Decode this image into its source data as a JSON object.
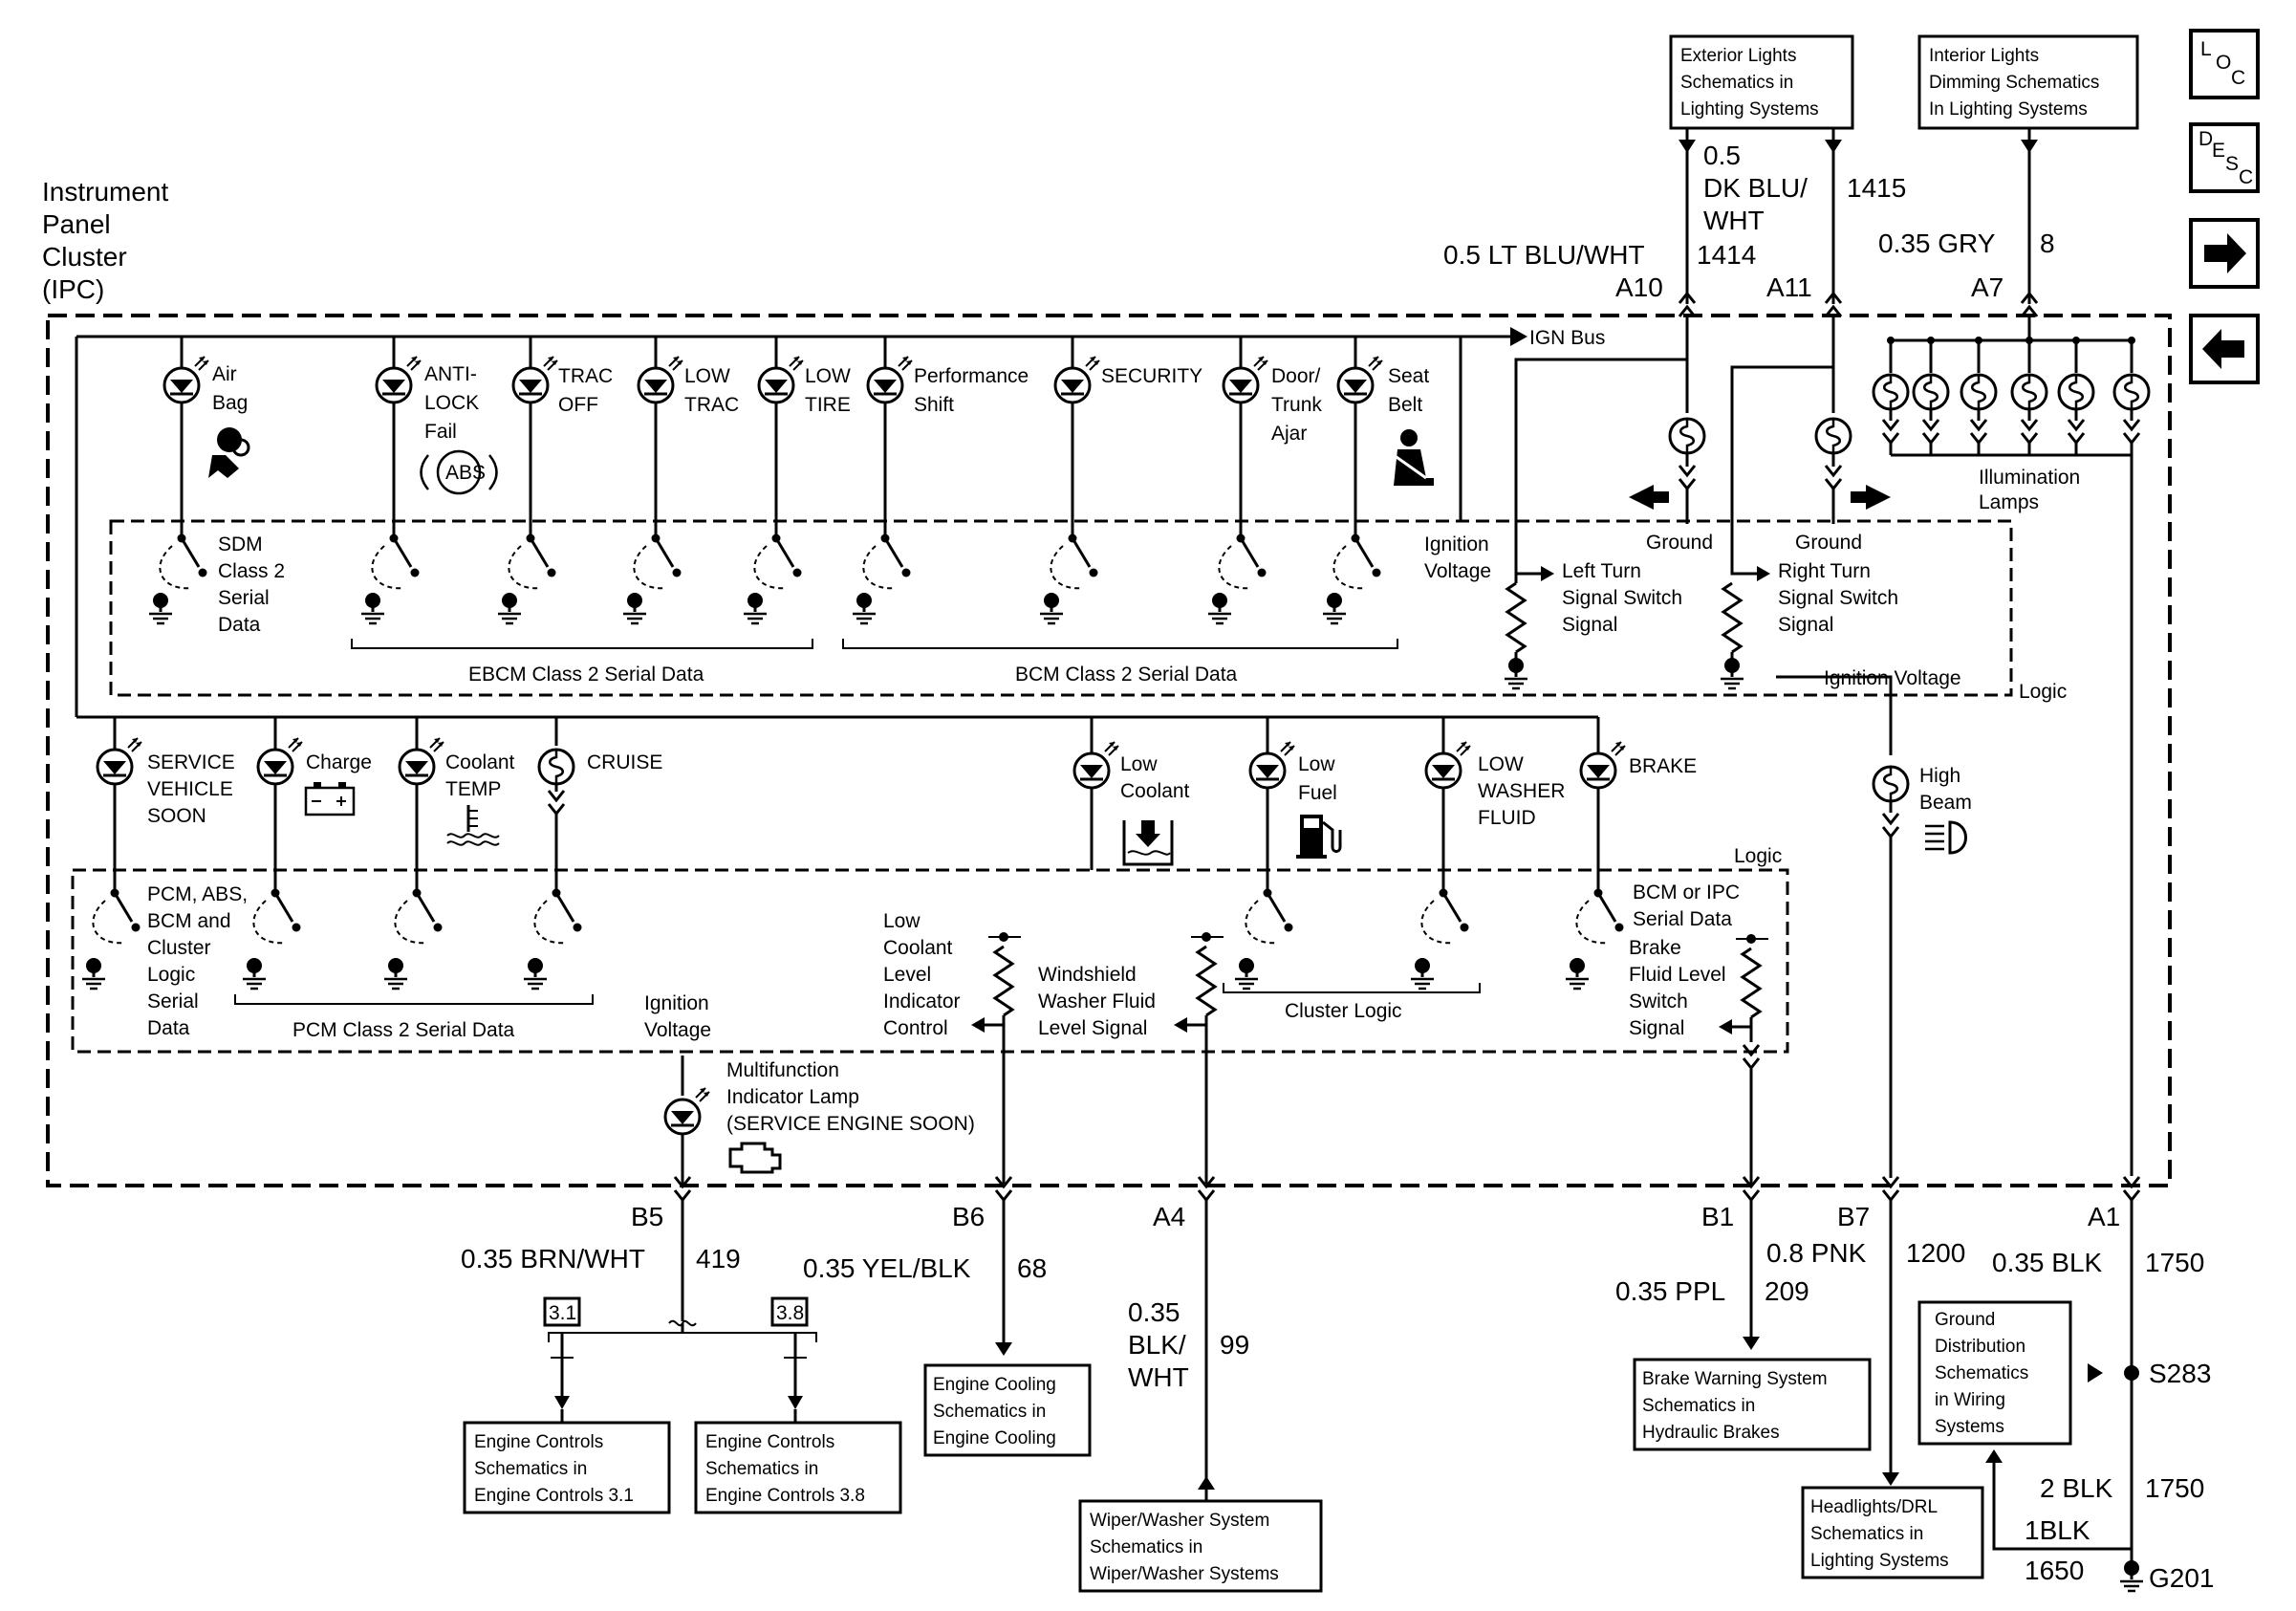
{
  "ipc_title": [
    "Instrument",
    "Panel",
    "Cluster",
    "(IPC)"
  ],
  "nav": {
    "loc": "LOC",
    "desc": "DESC"
  },
  "top_boxes": {
    "exterior": [
      "Exterior Lights",
      "Schematics in",
      "Lighting Systems"
    ],
    "interior": [
      "Interior Lights",
      "Dimming Schematics",
      "In Lighting Systems"
    ]
  },
  "top_wires": {
    "a10": {
      "gauge": "0.5 LT BLU/WHT",
      "circuit": "1414",
      "pin": "A10"
    },
    "a11": {
      "gauge": [
        "0.5",
        "DK BLU/",
        "WHT"
      ],
      "circuit": "1415",
      "pin": "A11"
    },
    "a7": {
      "gauge": "0.35 GRY",
      "circuit": "8",
      "pin": "A7"
    }
  },
  "ign_bus": "IGN Bus",
  "row1_lamps": [
    {
      "label": [
        "Air",
        "Bag"
      ]
    },
    {
      "label": [
        "ANTI-",
        "LOCK",
        "Fail"
      ],
      "symbol": "ABS"
    },
    {
      "label": [
        "TRAC",
        "OFF"
      ]
    },
    {
      "label": [
        "LOW",
        "TRAC"
      ]
    },
    {
      "label": [
        "LOW",
        "TIRE"
      ]
    },
    {
      "label": [
        "Performance",
        "Shift"
      ]
    },
    {
      "label": [
        "SECURITY"
      ]
    },
    {
      "label": [
        "Door/",
        "Trunk",
        "Ajar"
      ]
    },
    {
      "label": [
        "Seat",
        "Belt"
      ]
    }
  ],
  "logic_upper": {
    "sdm": [
      "SDM",
      "Class 2",
      "Serial",
      "Data"
    ],
    "ebcm": "EBCM Class 2 Serial Data",
    "bcm": "BCM Class 2 Serial Data",
    "ignition_voltage": [
      "Ignition",
      "Voltage"
    ],
    "ground_left": "Ground",
    "ground_right": "Ground",
    "left_turn": [
      "Left Turn",
      "Signal Switch",
      "Signal"
    ],
    "right_turn": [
      "Right Turn",
      "Signal Switch",
      "Signal"
    ],
    "ignition_voltage_2": "Ignition Voltage",
    "logic": "Logic"
  },
  "illumination": [
    "Illumination",
    "Lamps"
  ],
  "high_beam": [
    "High",
    "Beam"
  ],
  "row2_lamps": [
    {
      "label": [
        "SERVICE",
        "VEHICLE",
        "SOON"
      ]
    },
    {
      "label": [
        "Charge"
      ]
    },
    {
      "label": [
        "Coolant",
        "TEMP"
      ]
    },
    {
      "label": [
        "CRUISE"
      ]
    },
    {
      "label": [
        "Low",
        "Coolant"
      ]
    },
    {
      "label": [
        "Low",
        "Fuel"
      ]
    },
    {
      "label": [
        "LOW",
        "WASHER",
        "FLUID"
      ]
    },
    {
      "label": [
        "BRAKE"
      ]
    }
  ],
  "logic_lower": {
    "pcm_label": [
      "PCM, ABS,",
      "BCM and",
      "Cluster",
      "Logic",
      "Serial",
      "Data"
    ],
    "pcm_bus": "PCM Class 2 Serial Data",
    "low_coolant": [
      "Low",
      "Coolant",
      "Level",
      "Indicator",
      "Control"
    ],
    "windshield": [
      "Windshield",
      "Washer Fluid",
      "Level Signal"
    ],
    "cluster_logic": "Cluster Logic",
    "bcm_ipc": [
      "BCM or IPC",
      "Serial Data"
    ],
    "brake_fluid": [
      "Brake",
      "Fluid Level",
      "Switch",
      "Signal"
    ],
    "logic": "Logic",
    "ignition_voltage": [
      "Ignition",
      "Voltage"
    ]
  },
  "mil": [
    "Multifunction",
    "Indicator Lamp",
    "(SERVICE ENGINE SOON)"
  ],
  "bottom_wires": {
    "b5": {
      "pin": "B5",
      "gauge": "0.35 BRN/WHT",
      "circuit": "419"
    },
    "b6": {
      "pin": "B6",
      "gauge": "0.35 YEL/BLK",
      "circuit": "68"
    },
    "a4": {
      "pin": "A4",
      "gauge": [
        "0.35",
        "BLK/",
        "WHT"
      ],
      "circuit": "99"
    },
    "b1": {
      "pin": "B1",
      "gauge": "0.35 PPL",
      "circuit": "209"
    },
    "b7": {
      "pin": "B7",
      "gauge": "0.8 PNK",
      "circuit": "1200"
    },
    "a1": {
      "pin": "A1",
      "gauge": "0.35 BLK",
      "circuit": "1750"
    }
  },
  "engine_tags": {
    "t31": "3.1",
    "t38": "3.8"
  },
  "bottom_boxes": {
    "ec31": [
      "Engine Controls",
      "Schematics in",
      "Engine Controls 3.1"
    ],
    "ec38": [
      "Engine Controls",
      "Schematics in",
      "Engine Controls 3.8"
    ],
    "cooling": [
      "Engine Cooling",
      "Schematics in",
      "Engine Cooling"
    ],
    "wiper": [
      "Wiper/Washer System",
      "Schematics in",
      "Wiper/Washer Systems"
    ],
    "brake": [
      "Brake Warning System",
      "Schematics in",
      "Hydraulic Brakes"
    ],
    "headlights": [
      "Headlights/DRL",
      "Schematics in",
      "Lighting Systems"
    ],
    "ground": [
      "Ground",
      "Distribution",
      "Schematics",
      "in Wiring",
      "Systems"
    ]
  },
  "ground_wires": {
    "s283": "S283",
    "w1": {
      "gauge": "2 BLK",
      "circuit": "1750"
    },
    "w2": {
      "gauge": "1BLK",
      "circuit": "1650"
    },
    "g201": "G201"
  }
}
